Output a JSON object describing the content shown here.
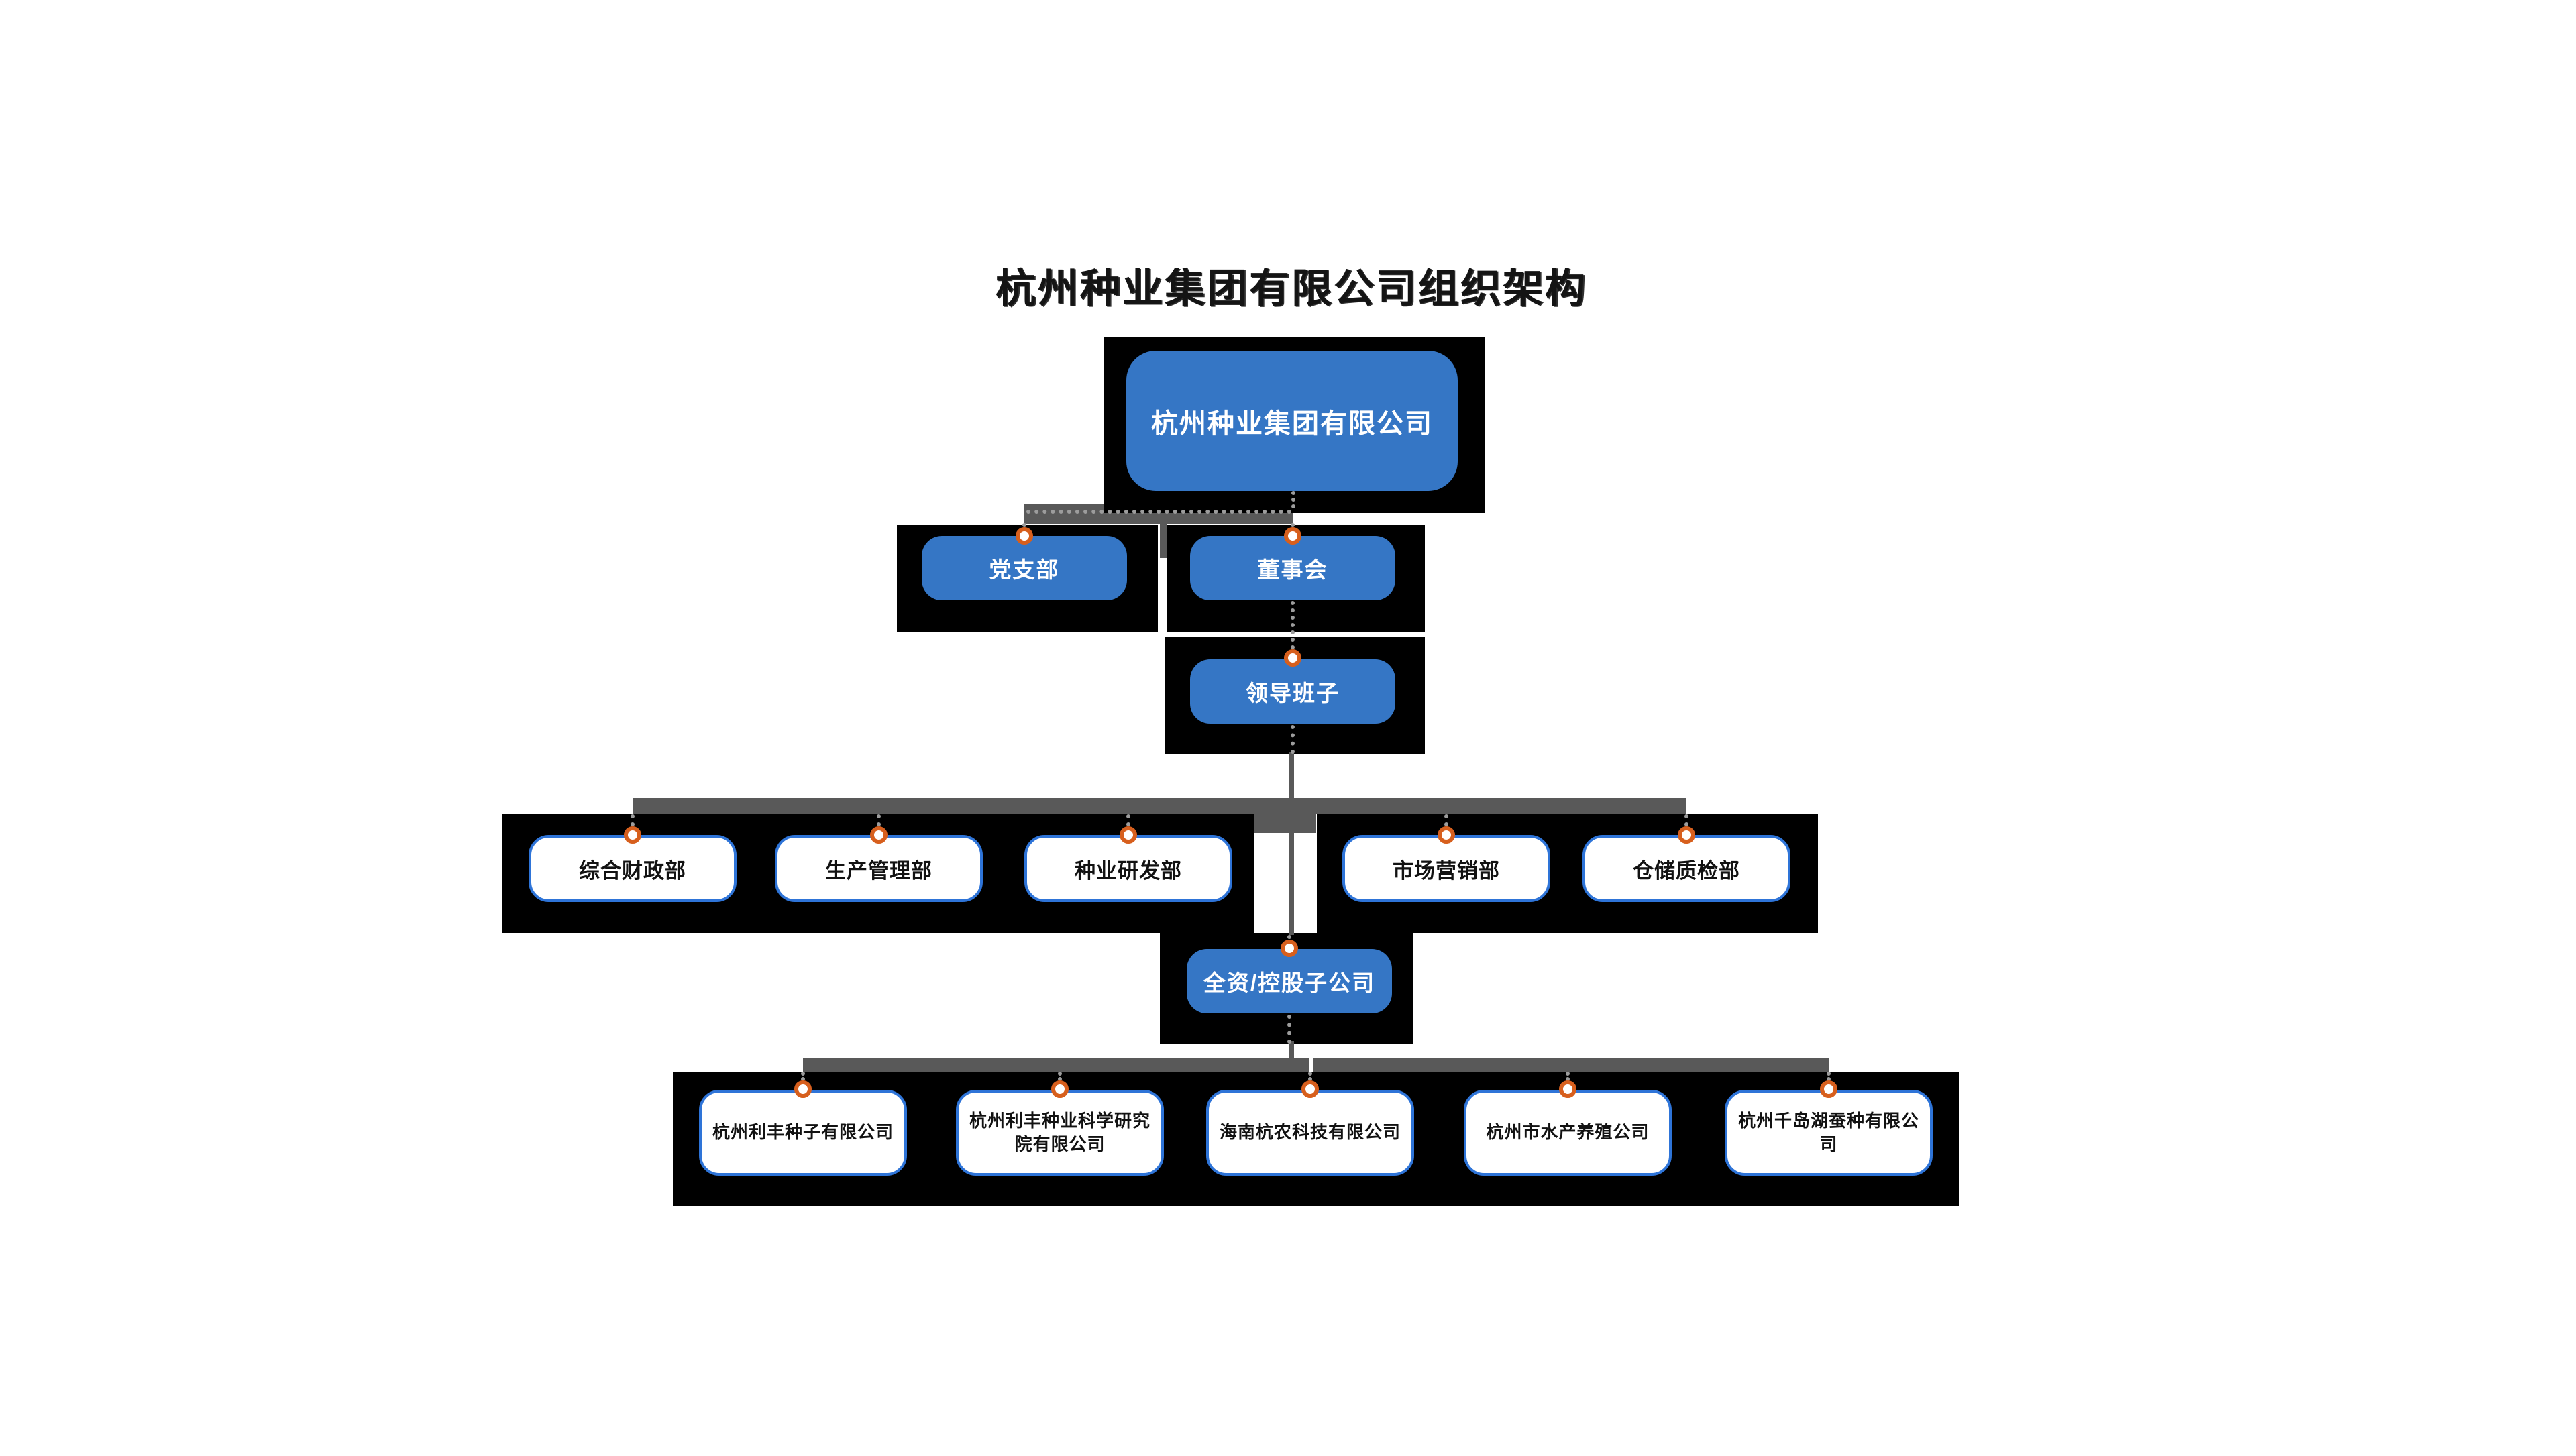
{
  "title": "杭州种业集团有限公司组织架构",
  "org": {
    "root": {
      "label": "杭州种业集团有限公司"
    },
    "level2": [
      {
        "label": "党支部"
      },
      {
        "label": "董事会"
      }
    ],
    "level3": {
      "label": "领导班子"
    },
    "departments": [
      {
        "label": "综合财政部"
      },
      {
        "label": "生产管理部"
      },
      {
        "label": "种业研发部"
      },
      {
        "label": "市场营销部"
      },
      {
        "label": "仓储质检部"
      }
    ],
    "holding": {
      "label": "全资/控股子公司"
    },
    "subsidiaries": [
      {
        "label": "杭州利丰种子有限公司"
      },
      {
        "label": "杭州利丰种业科学研究院有限公司"
      },
      {
        "label": "海南杭农科技有限公司"
      },
      {
        "label": "杭州市水产养殖公司"
      },
      {
        "label": "杭州千岛湖蚕种有限公司"
      }
    ]
  },
  "colors": {
    "node_blue": "#3576c5",
    "white_node_border": "#2e74d8",
    "panel_black": "#000000",
    "connector_gray": "#595959",
    "dotted_gray": "#9c9c9c",
    "anchor_orange": "#d75f1d",
    "title_color": "#141414"
  }
}
